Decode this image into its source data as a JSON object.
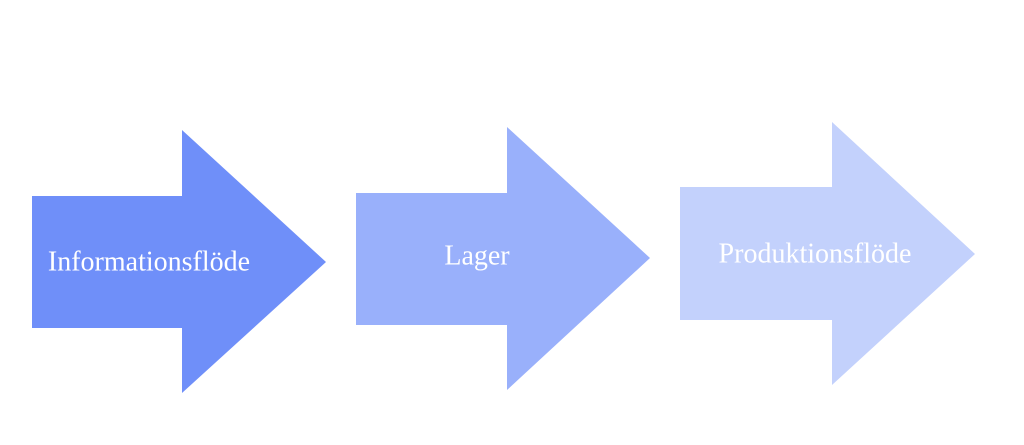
{
  "diagram": {
    "arrows": [
      {
        "label": "Informationsflöde",
        "color": "#6f8ff9"
      },
      {
        "label": "Lager",
        "color": "#99b0fb"
      },
      {
        "label": "Produktionsflöde",
        "color": "#c3d1fc"
      }
    ]
  }
}
